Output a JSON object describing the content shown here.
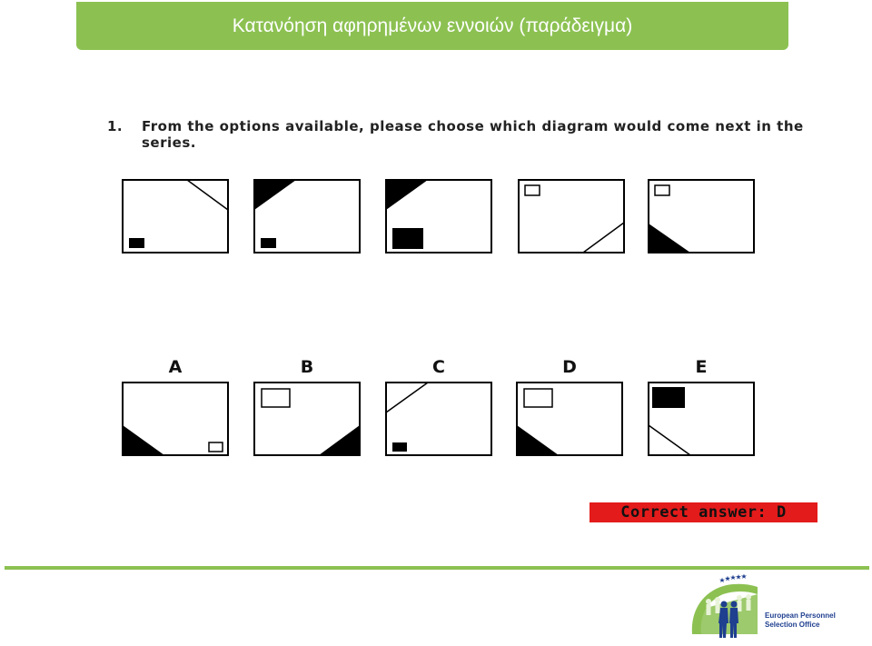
{
  "header": {
    "title": "Κατανόηση αφηρημένων εννοιών (παράδειγμα)"
  },
  "question": {
    "number": "1.",
    "text": "From the options available, please choose which diagram would come next in the series."
  },
  "options": {
    "a": "A",
    "b": "B",
    "c": "C",
    "d": "D",
    "e": "E"
  },
  "answer": {
    "text": "Correct answer: D"
  },
  "logo": {
    "text": "European Personnel\nSelection Office"
  },
  "colors": {
    "accent": "#8cc152",
    "answer_highlight": "#e31b1b",
    "logo_blue": "#1f3f8f"
  }
}
